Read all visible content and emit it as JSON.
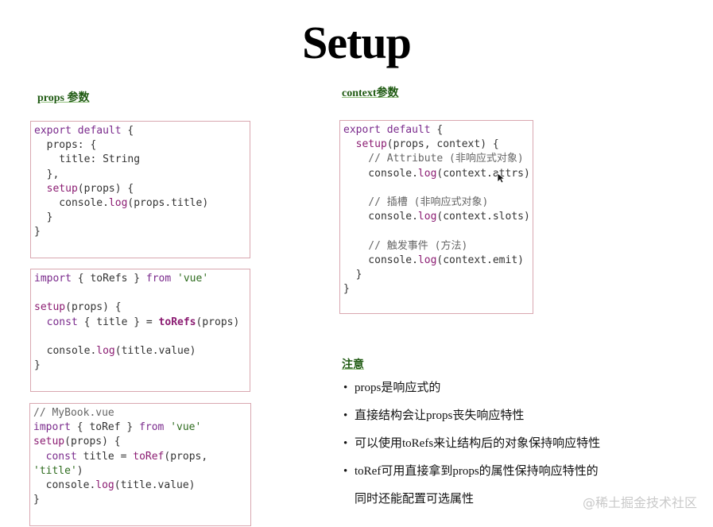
{
  "title": "Setup",
  "labels": {
    "props": "props 参数",
    "context": "context参数",
    "note": "注意"
  },
  "code_blocks": [
    {
      "id": "props-basic",
      "lines": [
        [
          [
            "kw",
            "export default"
          ],
          [
            "p",
            " {"
          ]
        ],
        [
          [
            "p",
            "  props: {"
          ]
        ],
        [
          [
            "p",
            "    title: String"
          ]
        ],
        [
          [
            "p",
            "  },"
          ]
        ],
        [
          [
            "fn",
            "  setup"
          ],
          [
            "p",
            "(props) {"
          ]
        ],
        [
          [
            "p",
            "    console."
          ],
          [
            "fn",
            "log"
          ],
          [
            "p",
            "(props.title)"
          ]
        ],
        [
          [
            "p",
            "  }"
          ]
        ],
        [
          [
            "p",
            "}"
          ]
        ]
      ]
    },
    {
      "id": "torefs",
      "lines": [
        [
          [
            "kw",
            "import"
          ],
          [
            "p",
            " { toRefs } "
          ],
          [
            "kw",
            "from"
          ],
          [
            "p",
            " "
          ],
          [
            "str",
            "'vue'"
          ]
        ],
        [
          [
            "p",
            ""
          ]
        ],
        [
          [
            "fn",
            "setup"
          ],
          [
            "p",
            "(props) {"
          ]
        ],
        [
          [
            "kw",
            "  const"
          ],
          [
            "p",
            " { title } = "
          ],
          [
            "fnb",
            "toRefs"
          ],
          [
            "p",
            "(props)"
          ]
        ],
        [
          [
            "p",
            ""
          ]
        ],
        [
          [
            "p",
            "  console."
          ],
          [
            "fn",
            "log"
          ],
          [
            "p",
            "(title.value)"
          ]
        ],
        [
          [
            "p",
            "}"
          ]
        ]
      ]
    },
    {
      "id": "toref",
      "lines": [
        [
          [
            "cm",
            "// MyBook.vue"
          ]
        ],
        [
          [
            "kw",
            "import"
          ],
          [
            "p",
            " { toRef } "
          ],
          [
            "kw",
            "from"
          ],
          [
            "p",
            " "
          ],
          [
            "str",
            "'vue'"
          ]
        ],
        [
          [
            "fn",
            "setup"
          ],
          [
            "p",
            "(props) {"
          ]
        ],
        [
          [
            "kw",
            "  const"
          ],
          [
            "p",
            " title = "
          ],
          [
            "fn",
            "toRef"
          ],
          [
            "p",
            "(props,"
          ]
        ],
        [
          [
            "str",
            "'title'"
          ],
          [
            "p",
            ")"
          ]
        ],
        [
          [
            "p",
            "  console."
          ],
          [
            "fn",
            "log"
          ],
          [
            "p",
            "(title.value)"
          ]
        ],
        [
          [
            "p",
            "}"
          ]
        ]
      ]
    },
    {
      "id": "context",
      "lines": [
        [
          [
            "kw",
            "export default"
          ],
          [
            "p",
            " {"
          ]
        ],
        [
          [
            "fn",
            "  setup"
          ],
          [
            "p",
            "(props, context) {"
          ]
        ],
        [
          [
            "cm",
            "    // Attribute (非响应式对象)"
          ]
        ],
        [
          [
            "p",
            "    console."
          ],
          [
            "fn",
            "log"
          ],
          [
            "p",
            "(context.attrs)"
          ]
        ],
        [
          [
            "p",
            ""
          ]
        ],
        [
          [
            "cm",
            "    // 插槽 (非响应式对象)"
          ]
        ],
        [
          [
            "p",
            "    console."
          ],
          [
            "fn",
            "log"
          ],
          [
            "p",
            "(context.slots)"
          ]
        ],
        [
          [
            "p",
            ""
          ]
        ],
        [
          [
            "cm",
            "    // 触发事件 (方法)"
          ]
        ],
        [
          [
            "p",
            "    console."
          ],
          [
            "fn",
            "log"
          ],
          [
            "p",
            "(context.emit)"
          ]
        ],
        [
          [
            "p",
            "  }"
          ]
        ],
        [
          [
            "p",
            "}"
          ]
        ]
      ]
    }
  ],
  "notes": [
    "props是响应式的",
    "直接结构会让props丧失响应特性",
    "可以使用toRefs来让结构后的对象保持响应特性",
    "toRef可用直接拿到props的属性保持响应特性的"
  ],
  "notes_continuation": "同时还能配置可选属性",
  "watermark": "@稀土掘金技术社区",
  "colors": {
    "keyword": "#7a2a8c",
    "function": "#8b1c72",
    "string": "#2d6b1d",
    "label": "#1f5a12",
    "border": "#d9a7b0"
  }
}
